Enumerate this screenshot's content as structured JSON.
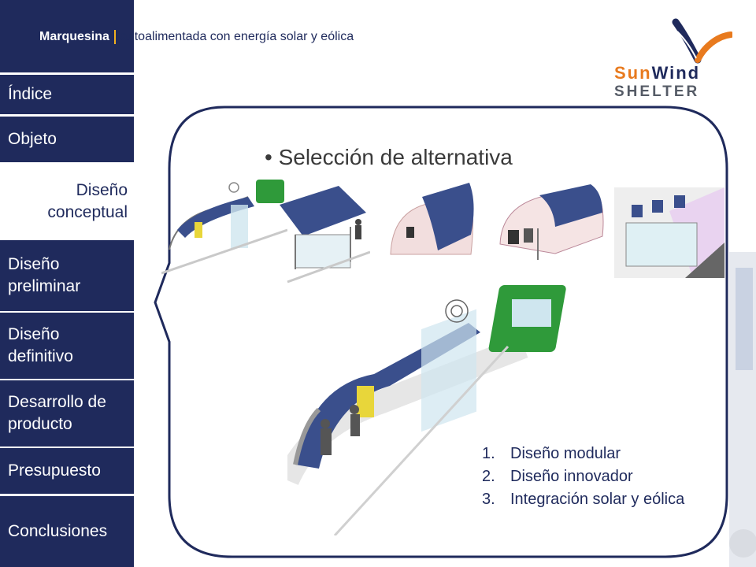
{
  "header": {
    "title_bold": "Marquesina",
    "title_rest": "autoalimentada con energía solar y eólica"
  },
  "logo": {
    "line1_a": "Sun",
    "line1_b": "Wind",
    "line2": "SHELTER"
  },
  "sidebar": {
    "items": [
      {
        "label": "Índice"
      },
      {
        "label": "Objeto"
      },
      {
        "label": "Diseño conceptual",
        "active": true
      },
      {
        "label": "Diseño preliminar"
      },
      {
        "label": "Diseño definitivo"
      },
      {
        "label": "Desarrollo de producto"
      },
      {
        "label": "Presupuesto"
      },
      {
        "label": "Conclusiones"
      }
    ]
  },
  "main": {
    "heading": "• Selección de alternativa",
    "list": [
      {
        "num": "1.",
        "text": "Diseño modular"
      },
      {
        "num": "2.",
        "text": "Diseño innovador"
      },
      {
        "num": "3.",
        "text": "Integración solar y eólica"
      }
    ]
  },
  "colors": {
    "navy": "#1f2a5c",
    "accent": "#f0b020",
    "bus_green": "#2f9a3a",
    "solar_blue": "#3a4f8c"
  }
}
